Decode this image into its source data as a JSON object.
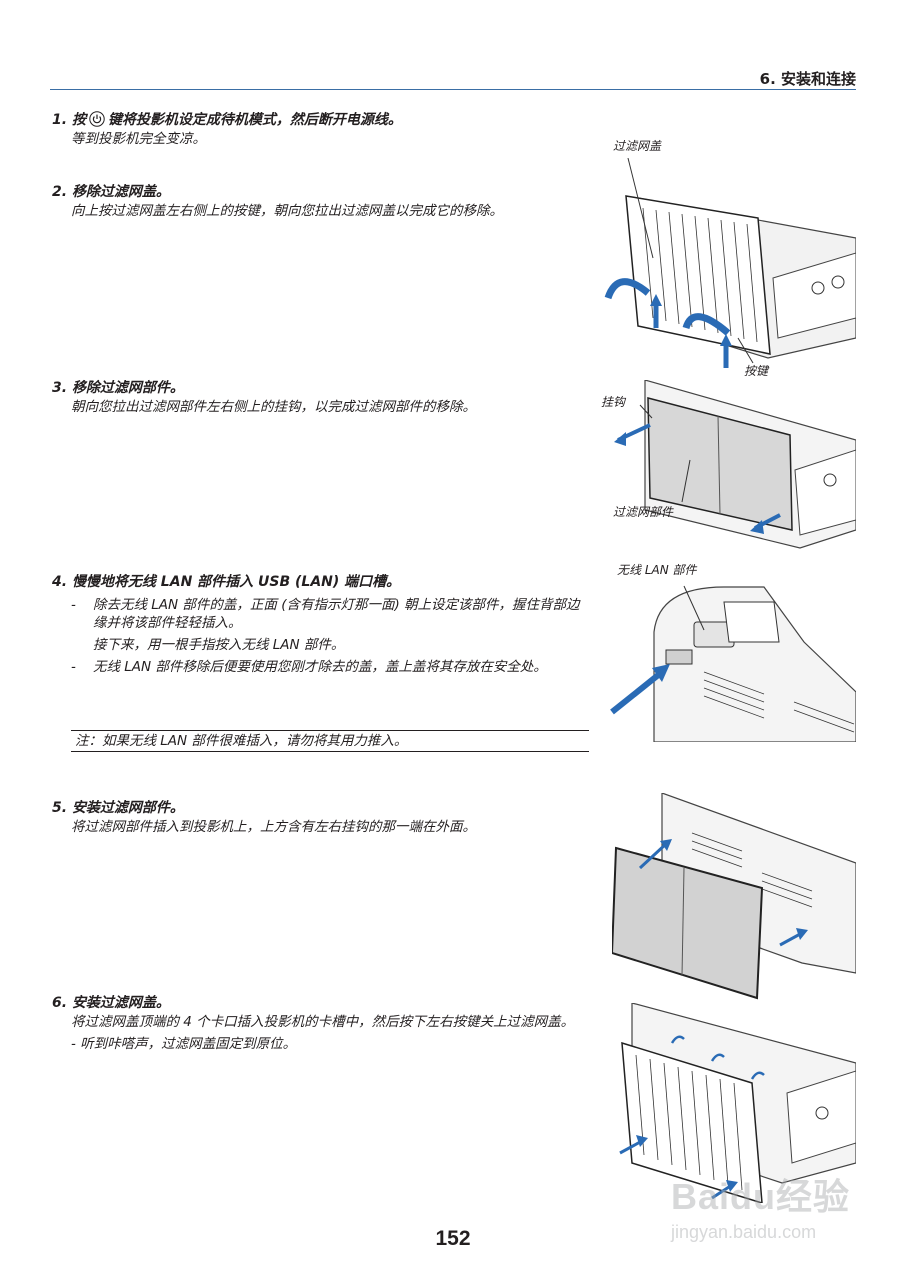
{
  "header": {
    "section": "6. 安装和连接"
  },
  "steps": [
    {
      "number": "1.",
      "title_before": "按",
      "title_after": "键将投影机设定成待机模式，然后断开电源线。",
      "body": "等到投影机完全变凉。"
    },
    {
      "number": "2.",
      "title": "移除过滤网盖。",
      "body": "向上按过滤网盖左右侧上的按键，朝向您拉出过滤网盖以完成它的移除。"
    },
    {
      "number": "3.",
      "title": "移除过滤网部件。",
      "body": "朝向您拉出过滤网部件左右侧上的挂钩，以完成过滤网部件的移除。"
    },
    {
      "number": "4.",
      "title": "慢慢地将无线 LAN 部件插入 USB (LAN) 端口槽。",
      "bullet1_dash": "-",
      "bullet1": "除去无线 LAN 部件的盖，正面 (含有指示灯那一面) 朝上设定该部件，握住背部边缘并将该部件轻轻插入。",
      "bullet1_follow": "接下来，用一根手指按入无线 LAN 部件。",
      "bullet2_dash": "-",
      "bullet2": "无线 LAN 部件移除后便要使用您刚才除去的盖，盖上盖将其存放在安全处。",
      "note": "注：如果无线 LAN 部件很难插入，请勿将其用力推入。"
    },
    {
      "number": "5.",
      "title": "安装过滤网部件。",
      "body": "将过滤网部件插入到投影机上，上方含有左右挂钩的那一端在外面。"
    },
    {
      "number": "6.",
      "title": "安装过滤网盖。",
      "body": "将过滤网盖顶端的 4 个卡口插入投影机的卡槽中，然后按下左右按键关上过滤网盖。",
      "body2": "- 听到咔嗒声，过滤网盖固定到原位。"
    }
  ],
  "figures": {
    "fig2": {
      "label_cover": "过滤网盖",
      "label_button": "按键"
    },
    "fig3": {
      "label_hook": "挂钩",
      "label_filter": "过滤网部件"
    },
    "fig4": {
      "label_wlan": "无线 LAN 部件"
    }
  },
  "icons": {
    "power": "power-icon",
    "arrow_color": "#2a6bb5"
  },
  "page_number": "152",
  "watermark": {
    "logo": "Baidu经验",
    "url": "jingyan.baidu.com"
  }
}
